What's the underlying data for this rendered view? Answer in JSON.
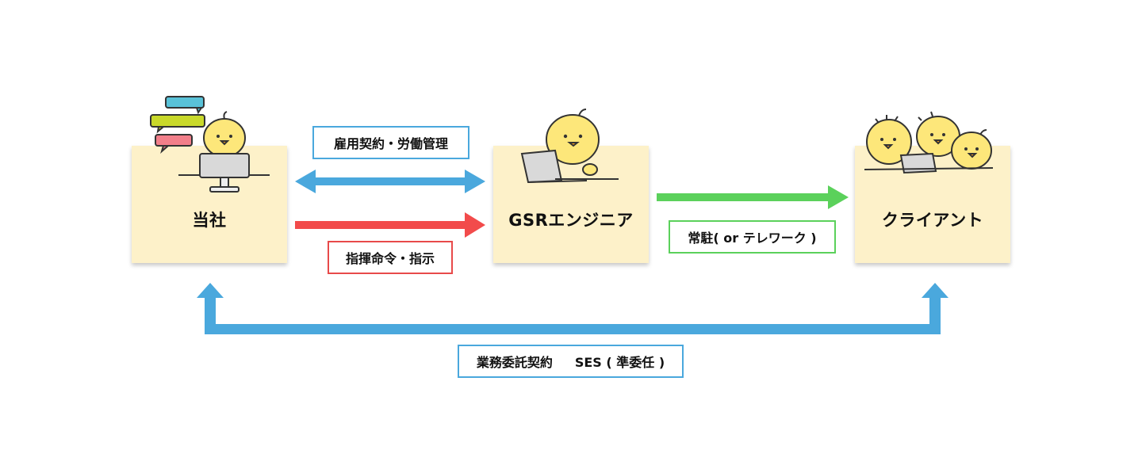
{
  "nodes": {
    "company": "当社",
    "engineer": "GSRエンジニア",
    "client": "クライアント"
  },
  "labels": {
    "employment": "雇用契約・労働管理",
    "command": "指揮命令・指示",
    "resident": "常駐( or テレワーク )",
    "contract_a": "業務委託契約",
    "contract_b": "SES ( 準委任 )"
  },
  "colors": {
    "card": "#fdf1c9",
    "blue_arrow": "#4aa8dd",
    "red_arrow": "#f24b4b",
    "green_arrow": "#5bd15b",
    "chick": "#fde77a"
  },
  "icons": [
    "speech-bubbles-icon",
    "chick-at-monitor-icon",
    "chick-with-laptop-icon",
    "three-chicks-with-laptop-icon"
  ]
}
